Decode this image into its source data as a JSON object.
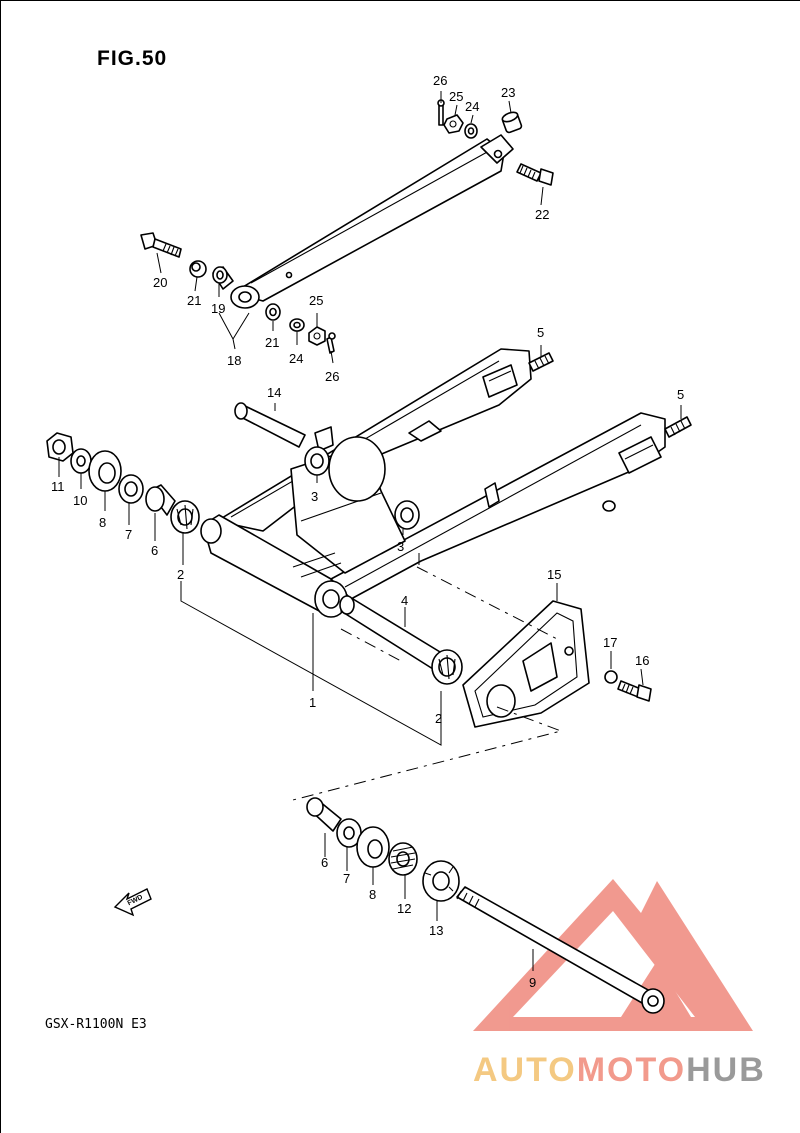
{
  "figure": {
    "title": "FIG.50",
    "model": "GSX-R1100N E3"
  },
  "arrow": {
    "label": "FWD"
  },
  "watermark": {
    "part1": "AUTO",
    "part2": "MOTO",
    "part3": "HUB",
    "colors": {
      "part1": "#f4c982",
      "part2": "#f29a8c",
      "part3": "#9a9a9a",
      "mark": "#f08f83"
    }
  },
  "callouts": {
    "c26a": "26",
    "c25a": "25",
    "c24a": "24",
    "c23": "23",
    "c22": "22",
    "c20": "20",
    "c21a": "21",
    "c19": "19",
    "c18": "18",
    "c21b": "21",
    "c24b": "24",
    "c25b": "25",
    "c26b": "26",
    "c5a": "5",
    "c5b": "5",
    "c14": "14",
    "c3a": "3",
    "c3b": "3",
    "c11": "11",
    "c10": "10",
    "c8a": "8",
    "c7a": "7",
    "c6a": "6",
    "c2a": "2",
    "c4": "4",
    "c1": "1",
    "c2b": "2",
    "c15": "15",
    "c17": "17",
    "c16": "16",
    "c6b": "6",
    "c7b": "7",
    "c8b": "8",
    "c12": "12",
    "c13": "13",
    "c9": "9"
  }
}
